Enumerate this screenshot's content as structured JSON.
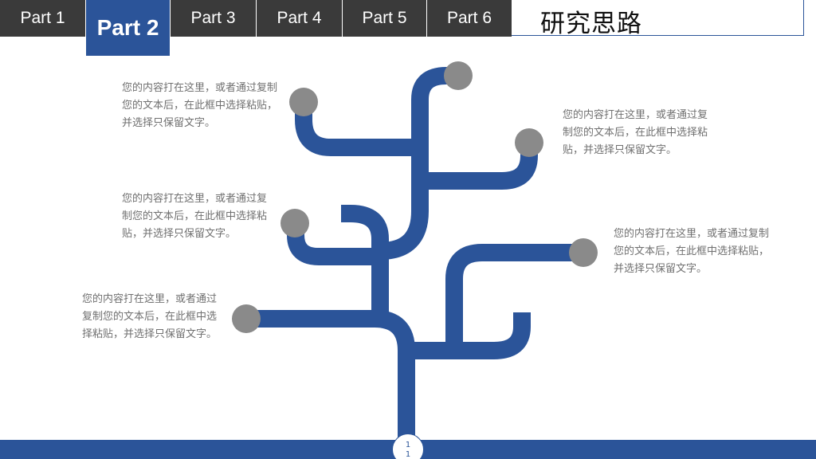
{
  "header": {
    "tabs": [
      {
        "label": "Part 1",
        "active": false
      },
      {
        "label": "Part 2",
        "active": true
      },
      {
        "label": "Part 3",
        "active": false
      },
      {
        "label": "Part 4",
        "active": false
      },
      {
        "label": "Part 5",
        "active": false
      },
      {
        "label": "Part 6",
        "active": false
      }
    ],
    "title": "研究思路"
  },
  "texts": {
    "top_left": "您的内容打在这里，或者通过复制您的文本后，在此框中选择粘贴，并选择只保留文字。",
    "top_right": "您的内容打在这里，或者通过复制您的文本后，在此框中选择粘贴，并选择只保留文字。",
    "mid_left": "您的内容打在这里，或者通过复制您的文本后，在此框中选择粘贴，并选择只保留文字。",
    "mid_right": "您的内容打在这里，或者通过复制您的文本后，在此框中选择粘贴，并选择只保留文字。",
    "bottom_left": "您的内容打在这里，或者通过复制您的文本后，在此框中选择粘贴，并选择只保留文字。"
  },
  "footer": {
    "page_number": "11"
  },
  "colors": {
    "tab_bg": "#3a3a3a",
    "accent": "#2b5499",
    "node": "#8a8a8a",
    "text": "#707070"
  }
}
